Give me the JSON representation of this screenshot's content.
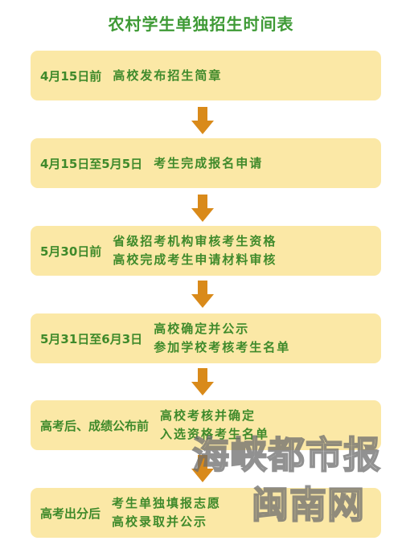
{
  "title": "农村学生单独招生时间表",
  "steps": [
    {
      "date": "4月15日前",
      "lines": [
        "高校发布招生简章"
      ]
    },
    {
      "date": "4月15日至5月5日",
      "lines": [
        "考生完成报名申请"
      ]
    },
    {
      "date": "5月30日前",
      "lines": [
        "省级招考机构审核考生资格",
        "高校完成考生申请材料审核"
      ]
    },
    {
      "date": "5月31日至6月3日",
      "lines": [
        "高校确定并公示",
        "参加学校考核考生名单"
      ]
    },
    {
      "date": "高考后、成绩公布前",
      "lines": [
        "高校考核并确定",
        "入选资格考生名单"
      ]
    },
    {
      "date": "高考出分后",
      "lines": [
        "考生单独填报志愿",
        "高校录取并公示"
      ]
    }
  ],
  "watermark": {
    "lines": [
      "海峡都市报",
      "闽南网"
    ]
  },
  "colors": {
    "title": "#3e9a35",
    "box": "#fbe8a6",
    "text": "#3f8a2b",
    "arrow": "#d98a1a"
  }
}
